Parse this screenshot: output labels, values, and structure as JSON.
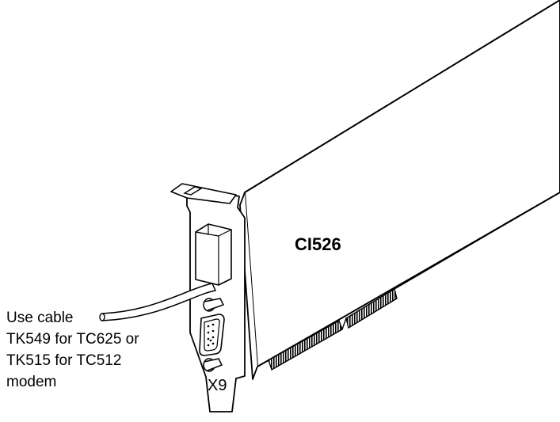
{
  "diagram": {
    "card_label": "CI526",
    "connector_label": "X9",
    "cable_note": [
      "Use cable",
      "TK549 for TC625 or",
      "TK515 for TC512",
      "modem"
    ]
  }
}
